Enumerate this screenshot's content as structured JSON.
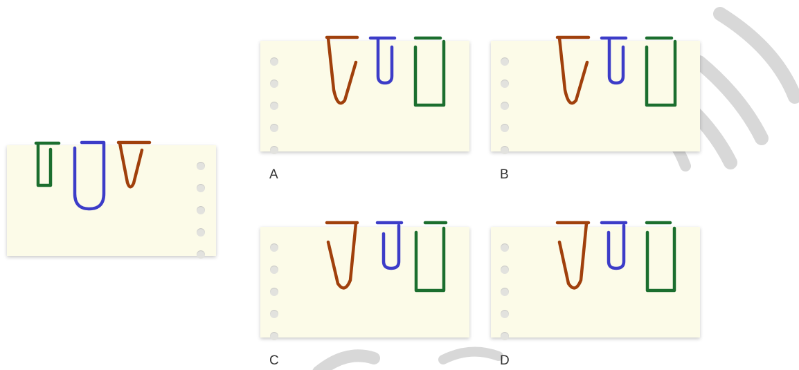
{
  "colors": {
    "brown": "#a0400c",
    "blue": "#3c3cc8",
    "green": "#1b6e2e",
    "paper": "#fcfbe8",
    "hole": "#e2e2de",
    "watermark": "#d4d4d4"
  },
  "reference_card": {
    "holes_side": "right",
    "clips_left_to_right": [
      "green-small",
      "blue-large",
      "brown-triangle"
    ]
  },
  "options": [
    {
      "label": "A",
      "holes_side": "left",
      "clips_left_to_right": [
        "brown-triangle",
        "blue-small",
        "green-large"
      ],
      "clips_orientation": "hanging-down"
    },
    {
      "label": "B",
      "holes_side": "left",
      "clips_left_to_right": [
        "brown-triangle",
        "blue-small",
        "green-large"
      ],
      "clips_orientation": "hanging-down"
    },
    {
      "label": "C",
      "holes_side": "left",
      "clips_left_to_right": [
        "brown-triangle",
        "blue-small",
        "green-large"
      ],
      "clips_orientation": "hanging-down"
    },
    {
      "label": "D",
      "holes_side": "left",
      "clips_left_to_right": [
        "brown-triangle",
        "blue-small",
        "green-large"
      ],
      "clips_orientation": "hanging-down"
    }
  ]
}
